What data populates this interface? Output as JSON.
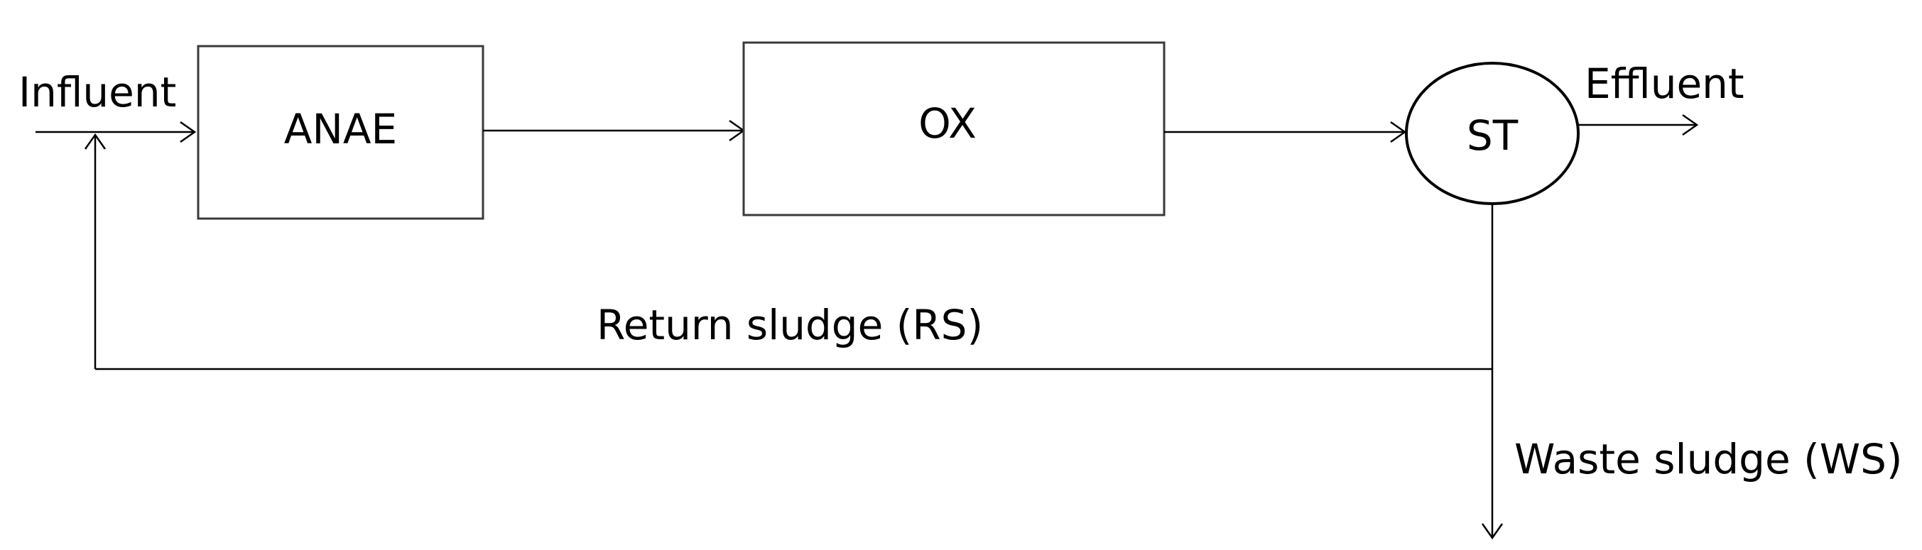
{
  "diagram": {
    "nodes": {
      "anaerobic": {
        "label": "ANAE"
      },
      "oxic": {
        "label": "OX"
      },
      "settler": {
        "label": "ST"
      }
    },
    "streams": {
      "influent": "Influent",
      "effluent": "Effluent",
      "return_sludge": "Return sludge (RS)",
      "waste_sludge": "Waste sludge (WS)"
    }
  }
}
